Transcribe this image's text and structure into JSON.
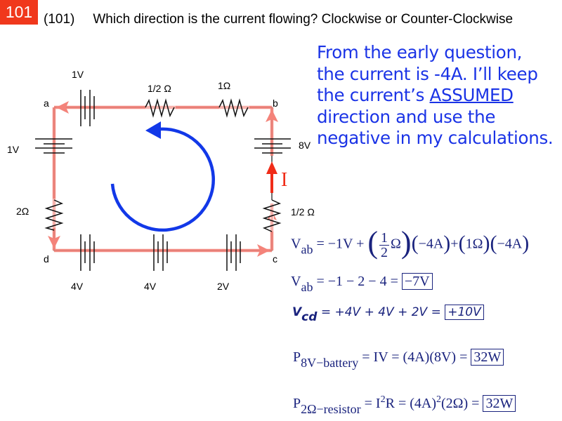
{
  "slide": {
    "badge": "101",
    "question_number": "(101)",
    "question_text": "Which direction is the current flowing? Clockwise or Counter-Clockwise"
  },
  "note": {
    "line1": "From the early question,",
    "line2": "the current is -4A. I’ll keep",
    "line3_pre": "the current’s ",
    "line3_underlined": "ASSUMED",
    "line4": "direction and use the",
    "line5": "negative in my calculations.",
    "color": "#1a33e6"
  },
  "circuit": {
    "nodes": {
      "a": "a",
      "b": "b",
      "c": "c",
      "d": "d"
    },
    "components": {
      "top_battery": "1V",
      "top_resistor_half": "1/2 Ω",
      "top_resistor_one": "1Ω",
      "left_battery": "1V",
      "right_battery": "8V",
      "left_resistor": "2Ω",
      "right_resistor": "1/2 Ω",
      "bottom_battery_1": "4V",
      "bottom_battery_2": "4V",
      "bottom_battery_3": "2V"
    },
    "current_label": "I",
    "loop_direction": "counter-clockwise",
    "colors": {
      "wire_highlight": "#f4837a",
      "loop_arrow": "#1238e8",
      "current_arrow": "#f02c18"
    }
  },
  "equations": {
    "vab1": {
      "lhs": "V",
      "sub": "ab",
      "rhs_a": "= −1V +",
      "frac_num": "1",
      "frac_den": "2",
      "rhs_b": "Ω",
      "rhs_c": "−4A",
      "rhs_d": "+",
      "rhs_e": "1Ω",
      "rhs_f": "−4A"
    },
    "vab2": {
      "lhs": "V",
      "sub": "ab",
      "rhs": "= −1 − 2 − 4 =",
      "result": "−7V"
    },
    "vcd": {
      "lhs": "V",
      "sub": "cd",
      "rhs": "= +4V + 4V + 2V =",
      "result": "+10V"
    },
    "p_battery": {
      "lhs": "P",
      "sub": "8V−battery",
      "rhs": "= IV = (4A)(8V) =",
      "result": "32W"
    },
    "p_resistor": {
      "lhs": "P",
      "sub": "2Ω−resistor",
      "rhs_a": "= I",
      "sup1": "2",
      "rhs_b": "R = (4A)",
      "sup2": "2",
      "rhs_c": "(2Ω) =",
      "result": "32W"
    }
  }
}
